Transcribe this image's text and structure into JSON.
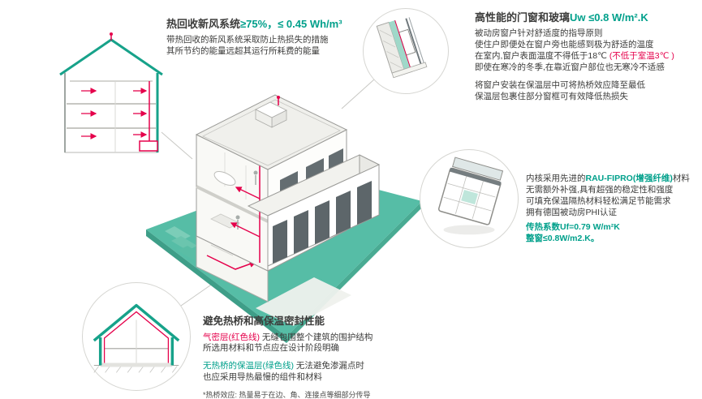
{
  "colors": {
    "accent_teal": "#00A08B",
    "accent_red": "#E5004B",
    "ground_teal": "#56BDA6",
    "text_dark": "#3C3C3B",
    "line_gray": "#9B9B98"
  },
  "hrv": {
    "title_black": "热回收新风系统",
    "title_teal": "≥75%，≤ 0.45 Wh/m³",
    "body": [
      "带热回收的新风系统采取防止热损失的措施",
      "其所节约的能量远超其运行所耗费的能量"
    ]
  },
  "windows": {
    "title_black": "高性能的门窗和玻璃",
    "title_teal": "Uw ≤0.8 W/m².K",
    "body_a": [
      "被动房窗户针对舒适度的指导原则",
      "使住户即便处在窗户旁也能感到极为舒适的温度"
    ],
    "line_temp_black": "在室内,窗户表面温度不得低于18℃ ",
    "line_temp_red": "(不低于室温3℃ )",
    "body_b": [
      "即使在寒冷的冬季,在靠近窗户部位也无寒冷不适感"
    ],
    "body_c": [
      "将窗户安装在保温层中可将热桥效应降至最低",
      "保温层包裹住部分窗框可有效降低热损失"
    ]
  },
  "profile": {
    "line1_black": "内核采用先进的",
    "line1_teal": "RAU-FIPRO(增强纤维)",
    "line1_tail": "材料",
    "body": [
      "无需额外补强,具有超强的稳定性和强度",
      "可填充保温隔热材料轻松满足节能需求",
      "拥有德国被动房PHI认证"
    ],
    "stats": [
      "传热系数Uf=0.79 W/m²K",
      "整窗≤0.8W/m2.K。"
    ]
  },
  "thermal": {
    "title": "避免热桥和高保温密封性能",
    "airtight_label": "气密层(红色线)",
    "airtight_rest": " 无缝包围整个建筑的围护结构",
    "line2": "所选用材料和节点应在设计阶段明确",
    "insulation_label": "无热桥的保温层(绿色线)",
    "insulation_rest": " 无法避免渗漏点时",
    "line4": "也应采用导热最慢的组件和材料",
    "footnote": "*热桥效应: 热量易于在边、角、连接点等细部分传导"
  }
}
